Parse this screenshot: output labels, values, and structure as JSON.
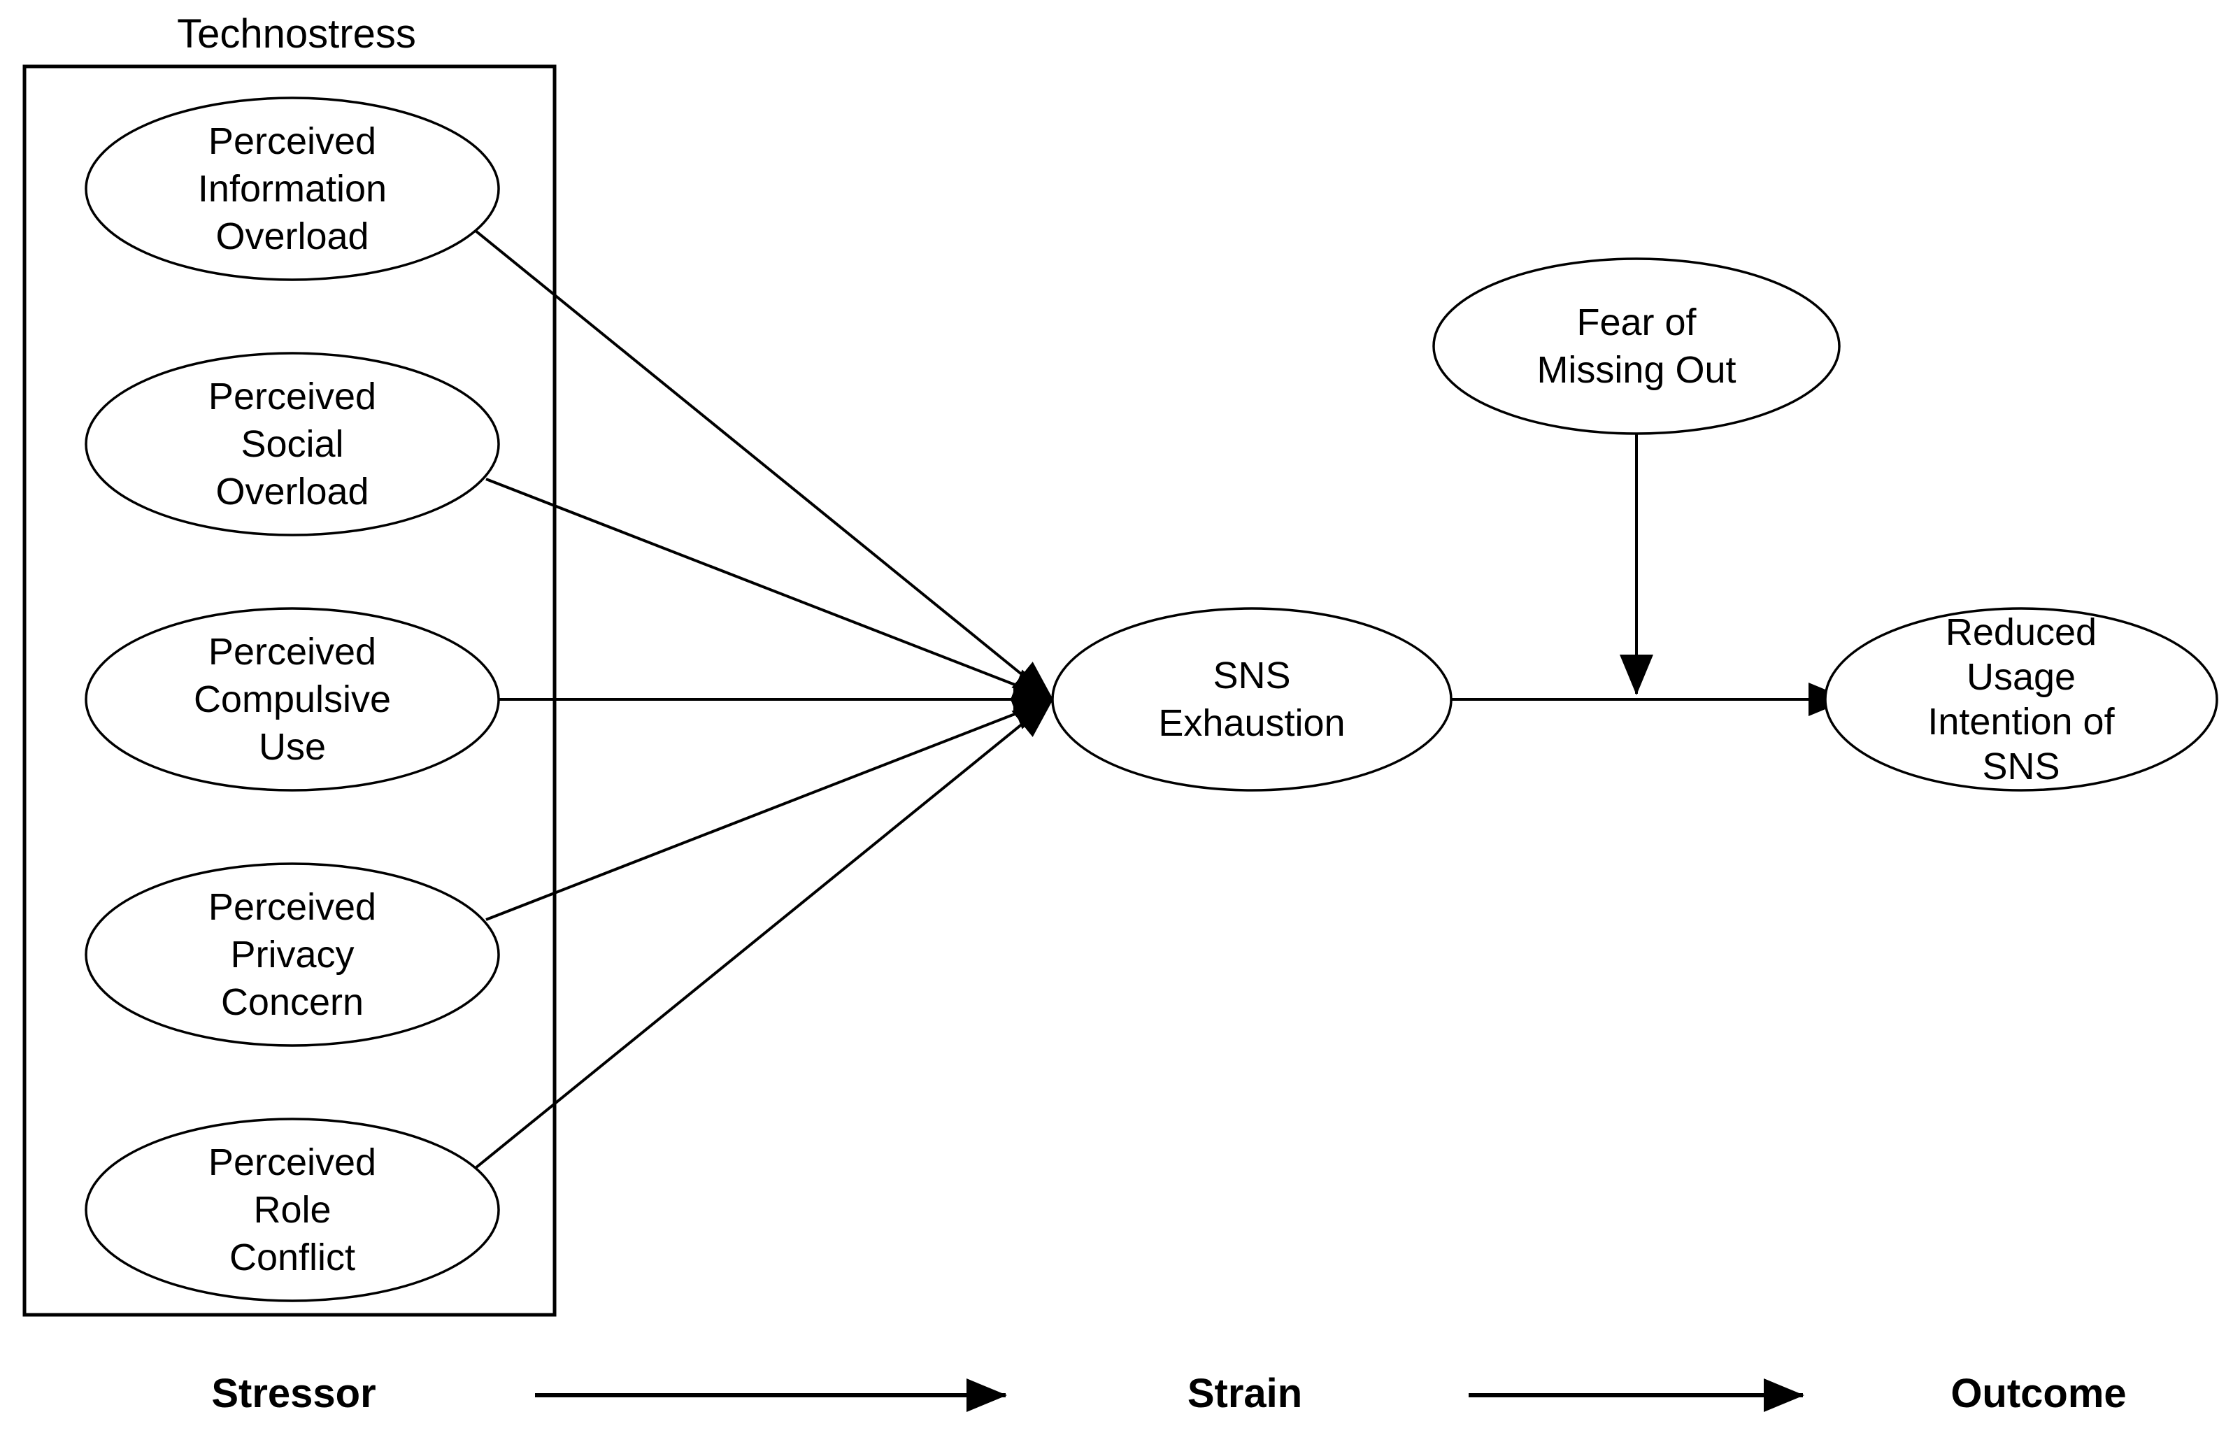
{
  "diagram": {
    "title": "Technostress",
    "stressor_nodes": [
      {
        "id": "perceived-information-overload",
        "lines": [
          "Perceived",
          "Information",
          "Overload"
        ]
      },
      {
        "id": "perceived-social-overload",
        "lines": [
          "Perceived",
          "Social",
          "Overload"
        ]
      },
      {
        "id": "perceived-compulsive-use",
        "lines": [
          "Perceived",
          "Compulsive",
          "Use"
        ]
      },
      {
        "id": "perceived-privacy-concern",
        "lines": [
          "Perceived",
          "Privacy",
          "Concern"
        ]
      },
      {
        "id": "perceived-role-conflict",
        "lines": [
          "Perceived",
          "Role",
          "Conflict"
        ]
      }
    ],
    "strain_node": {
      "id": "sns-exhaustion",
      "lines": [
        "SNS",
        "Exhaustion"
      ]
    },
    "moderator_node": {
      "id": "fear-of-missing-out",
      "lines": [
        "Fear of",
        "Missing Out"
      ]
    },
    "outcome_node": {
      "id": "reduced-usage-intention",
      "lines": [
        "Reduced",
        "Usage",
        "Intention of",
        "SNS"
      ]
    },
    "legend": {
      "stressor": "Stressor",
      "strain": "Strain",
      "outcome": "Outcome"
    },
    "colors": {
      "stroke": "#000000",
      "background": "#ffffff",
      "text": "#000000"
    }
  }
}
